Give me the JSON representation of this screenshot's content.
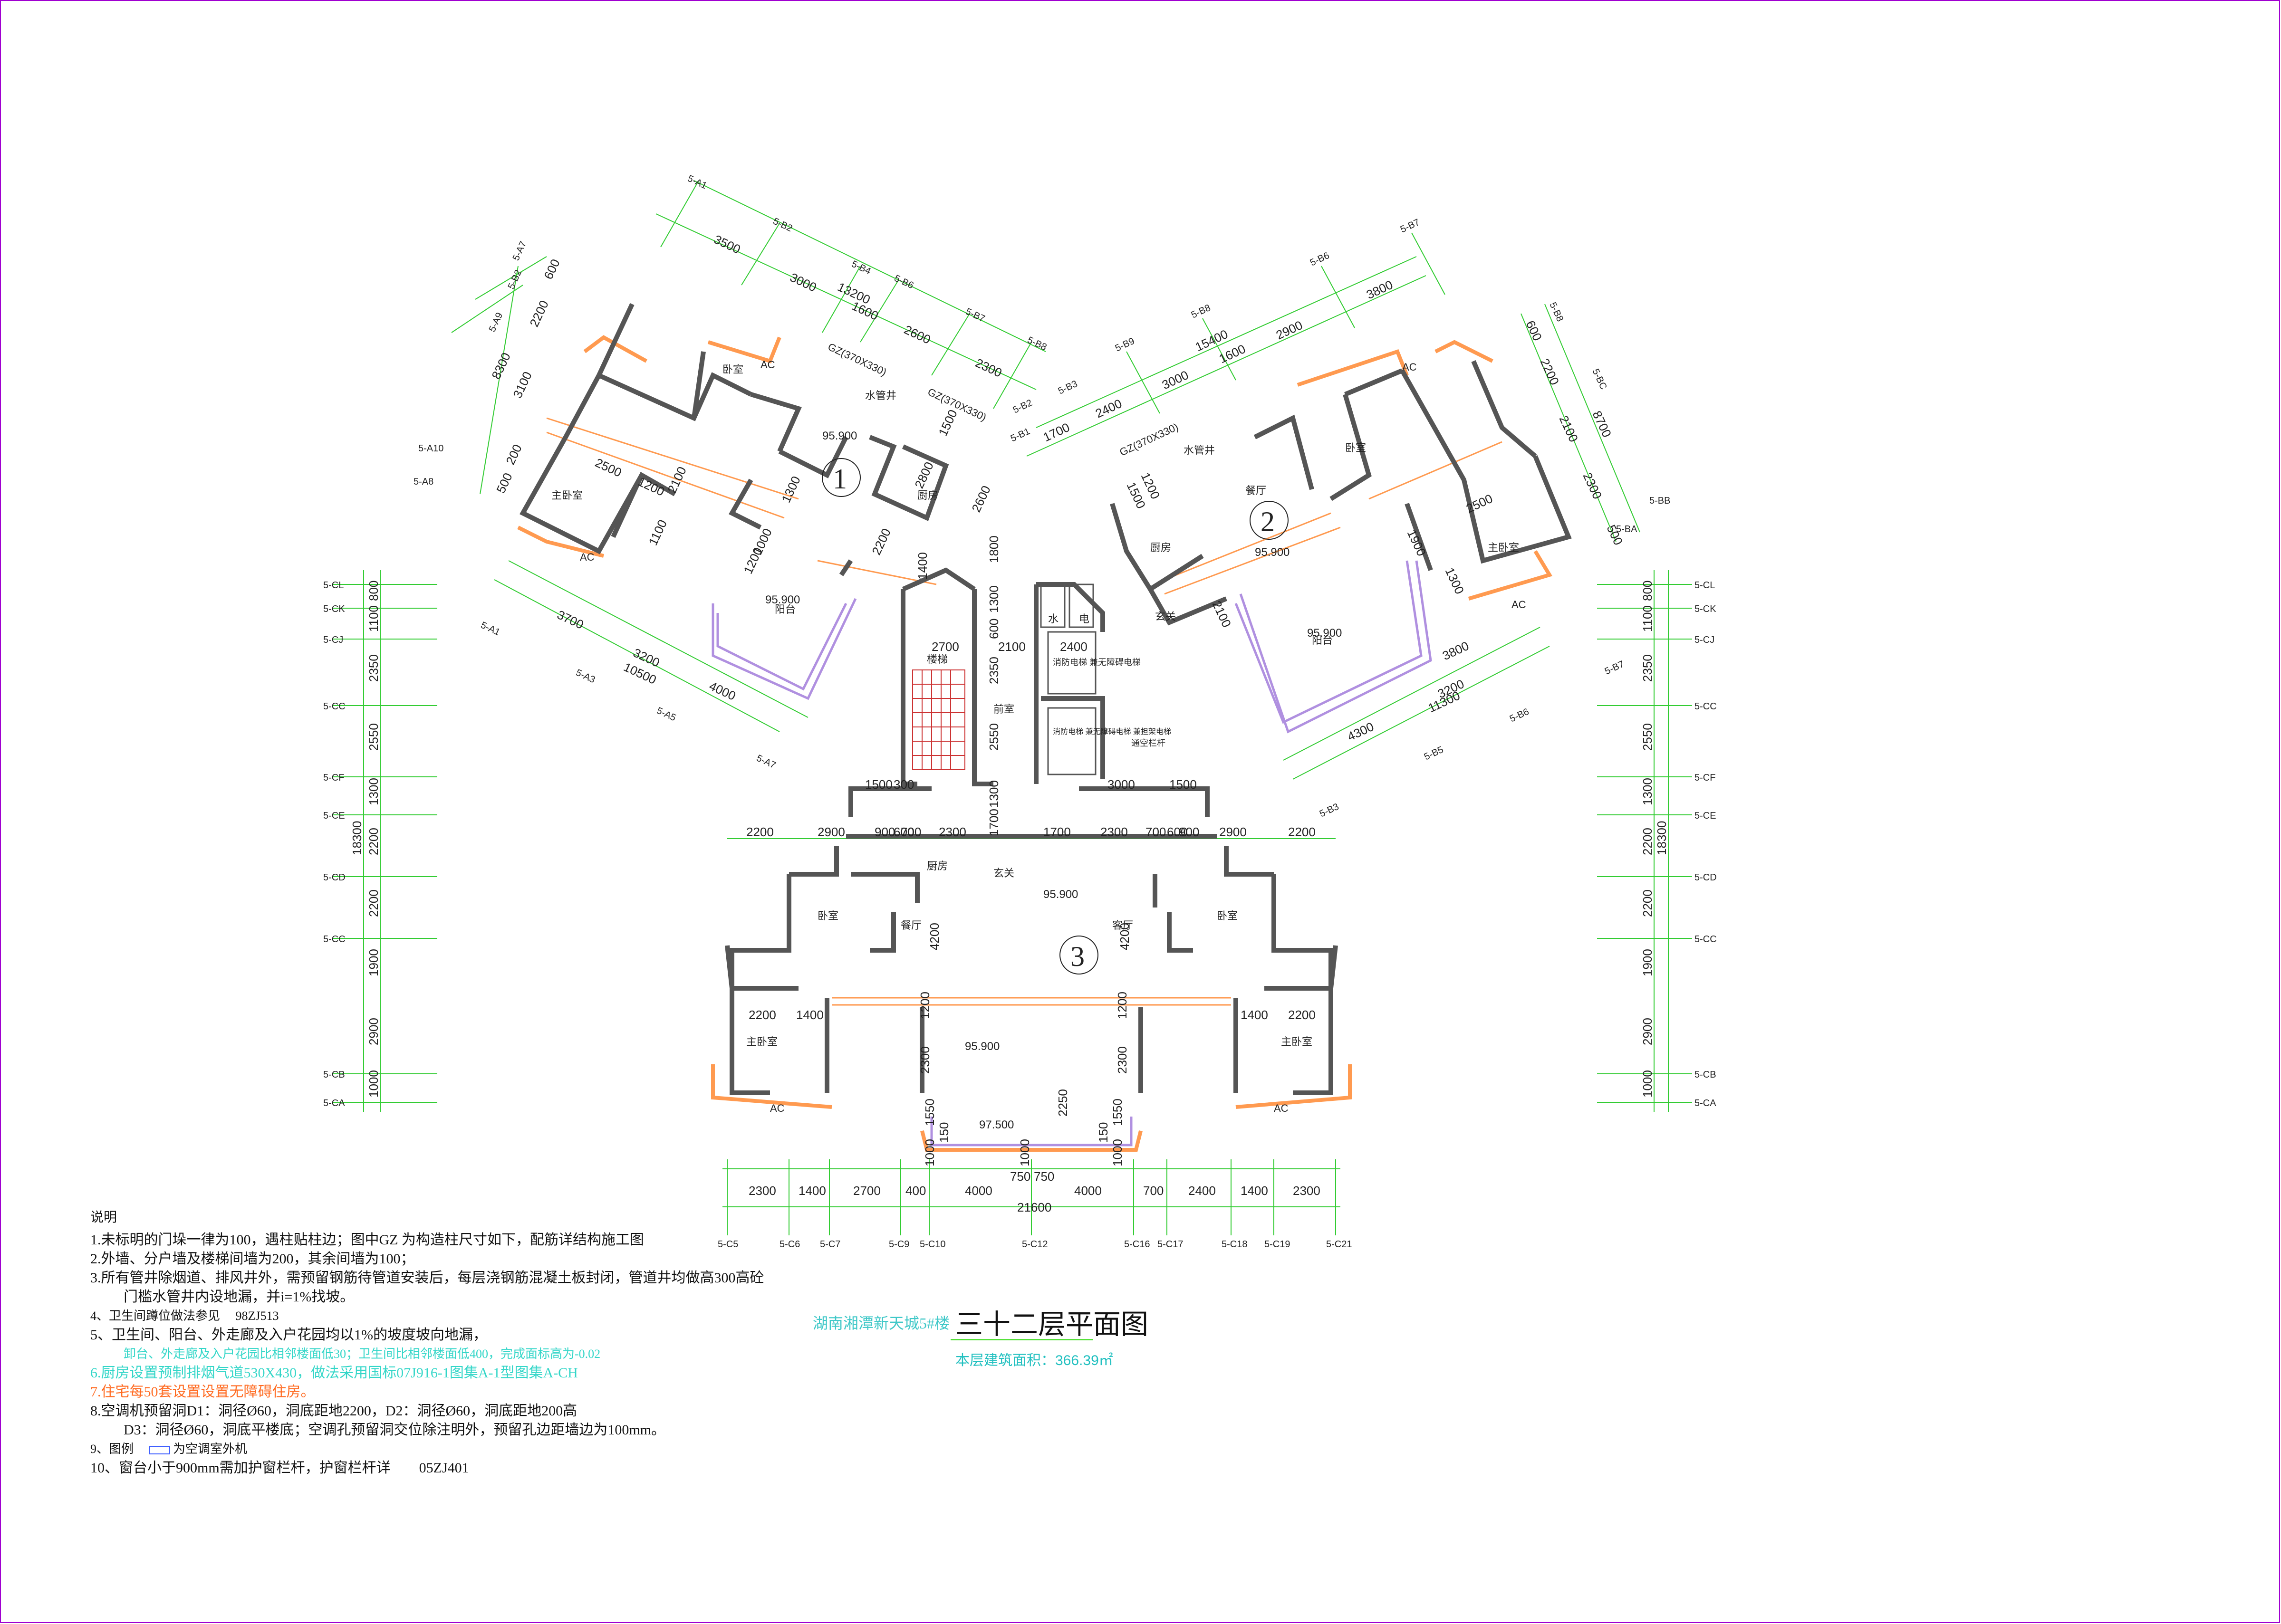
{
  "colors": {
    "border": "#a000d0",
    "axis_line": "#33cc33",
    "wall": "#555555",
    "balcony": "#ff9a50",
    "rail": "#b090e0",
    "title_underline": "#55e03a",
    "note_cyan": "#33d6c8",
    "note_orange": "#ff6a20"
  },
  "title": {
    "project": "湖南湘潭新天城5#楼",
    "drawing": "三十二层平面图",
    "area": "本层建筑面积：366.39㎡"
  },
  "units": {
    "u1": "1",
    "u2": "2",
    "u3": "3"
  },
  "levels": {
    "l1": "95.900",
    "l2": "95.900",
    "l3": "95.900",
    "l4": "95.900",
    "l5": "95.900",
    "l6": "95.900",
    "l7": "97.500"
  },
  "rooms": {
    "u1_bedroom": "卧室",
    "u1_master": "主卧室",
    "u1_balcony": "阳台",
    "u1_kitchen": "厨房",
    "u1_shaft": "水管井",
    "u2_bedroom": "卧室",
    "u2_master": "主卧室",
    "u2_balcony": "阳台",
    "u2_kitchen": "厨房",
    "u2_living": "餐厅",
    "u2_hall": "玄关",
    "u2_shaft": "水管井",
    "u3_left_bedroom": "卧室",
    "u3_left_master": "主卧室",
    "u3_left_dining": "餐厅",
    "u3_living": "客厅",
    "u3_right_bedroom": "卧室",
    "u3_right_master": "主卧室",
    "u3_kitchen": "厨房",
    "u3_hall": "玄关",
    "lift1": "消防电梯 兼无障碍电梯",
    "lift2": "消防电梯 兼无障碍电梯 兼担架电梯",
    "water": "水",
    "elec": "电",
    "corridor": "前室",
    "stair": "楼梯",
    "ac": "AC",
    "rail": "通空栏杆",
    "col1": "GZ(370X330)",
    "col2": "GZ(370X330)",
    "col3": "GZ(370X330)"
  },
  "dims": {
    "top_left": [
      "3500",
      "3000",
      "1600",
      "2600",
      "2300",
      "13200"
    ],
    "top_right": [
      "1700",
      "2400",
      "3000",
      "1600",
      "2900",
      "3800",
      "15400"
    ],
    "left_side": [
      "600",
      "2200",
      "3100",
      "200",
      "500",
      "8300"
    ],
    "right_side": [
      "600",
      "2200",
      "2100",
      "2300",
      "500",
      "8700"
    ],
    "left_bottom": [
      "3700",
      "3200",
      "4000",
      "10500"
    ],
    "right_bottom": [
      "3800",
      "3200",
      "4300",
      "11300"
    ],
    "vertical_left": [
      "800",
      "1100",
      "2350",
      "2550",
      "1300",
      "2200",
      "2200",
      "1900",
      "2900",
      "1000",
      "18300"
    ],
    "vertical_right": [
      "800",
      "1100",
      "2350",
      "2550",
      "1300",
      "2200",
      "2200",
      "1900",
      "2900",
      "1000",
      "18300"
    ],
    "bottom": [
      "2300",
      "1400",
      "2700",
      "400",
      "4000",
      "4000",
      "700",
      "2400",
      "1400",
      "2300",
      "21600"
    ],
    "middle_row": [
      "2200",
      "2900",
      "900",
      "600",
      "700",
      "2300",
      "1700",
      "2300",
      "700",
      "600",
      "900",
      "2900",
      "2200"
    ],
    "core": [
      "2700",
      "2100",
      "2400",
      "1800",
      "1300",
      "600",
      "2350",
      "2550",
      "1500",
      "300",
      "3000",
      "1500",
      "1300",
      "1700"
    ],
    "inner": [
      "2500",
      "1200",
      "2100",
      "1100",
      "1300",
      "1000",
      "1200",
      "1500",
      "2800",
      "2600",
      "1200",
      "2100",
      "2200",
      "1900",
      "1300",
      "2500",
      "1500",
      "1400",
      "4200",
      "4200",
      "2200",
      "1400",
      "1400",
      "2200",
      "1200",
      "1200",
      "2300",
      "2300",
      "1550",
      "1550",
      "2250",
      "750",
      "750",
      "1000",
      "150",
      "1000",
      "150",
      "1000"
    ]
  },
  "axes": {
    "top_left": [
      "5-A1",
      "5-B2",
      "5-B4",
      "5-B6",
      "5-B7",
      "5-B8",
      "5-A7",
      "5-B2",
      "5-A9",
      "5-A10",
      "5-A8"
    ],
    "top_right": [
      "5-B7",
      "5-B6",
      "5-B8",
      "5-B9",
      "5-B3",
      "5-B2",
      "5-B1",
      "5-B8",
      "5-BC",
      "5-BB",
      "5-BA"
    ],
    "left_bottom": [
      "5-A1",
      "5-A3",
      "5-A5",
      "5-A7"
    ],
    "right_bottom": [
      "5-B7",
      "5-B6",
      "5-B5",
      "5-B3"
    ],
    "left_side": [
      "5-CL",
      "5-CK",
      "5-CJ",
      "5-CC",
      "5-CF",
      "5-CE",
      "5-CD",
      "5-CC",
      "5-CB",
      "5-CA"
    ],
    "right_side": [
      "5-CL",
      "5-CK",
      "5-CJ",
      "5-CC",
      "5-CF",
      "5-CE",
      "5-CD",
      "5-CC",
      "5-CB",
      "5-CA"
    ],
    "bottom": [
      "5-C5",
      "5-C6",
      "5-C7",
      "5-C9",
      "5-C10",
      "5-C12",
      "5-C16",
      "5-C17",
      "5-C18",
      "5-C19",
      "5-C21"
    ]
  },
  "notes": {
    "title": "说明",
    "n1": "1.未标明的门垛一律为100，遇柱贴柱边；图中GZ 为构造柱尺寸如下，配筋详结构施工图",
    "n2": "2.外墙、分户墙及楼梯间墙为200，其余间墙为100；",
    "n3": "3.所有管井除烟道、排风井外，需预留钢筋待管道安装后，每层浇钢筋混凝土板封闭，管道井均做高300高砼",
    "n3b": "门槛水管井内设地漏，并i=1%找坡。",
    "n4a": "4、卫生间蹲位做法参见",
    "n4b": "98ZJ513",
    "n5": "5、卫生间、阳台、外走廊及入户花园均以1%的坡度坡向地漏，",
    "n5b": "卸台、外走廊及入户花园比相邻楼面低30；卫生间比相邻楼面低400，完成面标高为-0.02",
    "n6": "6.厨房设置预制排烟气道530X430，做法采用国标07J916-1图集A-1型图集A-CH",
    "n7": "7.住宅每50套设置设置无障碍住房。",
    "n8": "8.空调机预留洞D1：洞径Ø60，洞底距地2200，D2：洞径Ø60，洞底距地200高",
    "n8b": "D3：洞径Ø60，洞底平楼底；空调孔预留洞交位除注明外，预留孔边距墙边为100mm。",
    "n9": "9、图例",
    "n9b": "为空调室外机",
    "n10": "10、窗台小于900mm需加护窗栏杆，护窗栏杆详",
    "n10b": "05ZJ401"
  }
}
